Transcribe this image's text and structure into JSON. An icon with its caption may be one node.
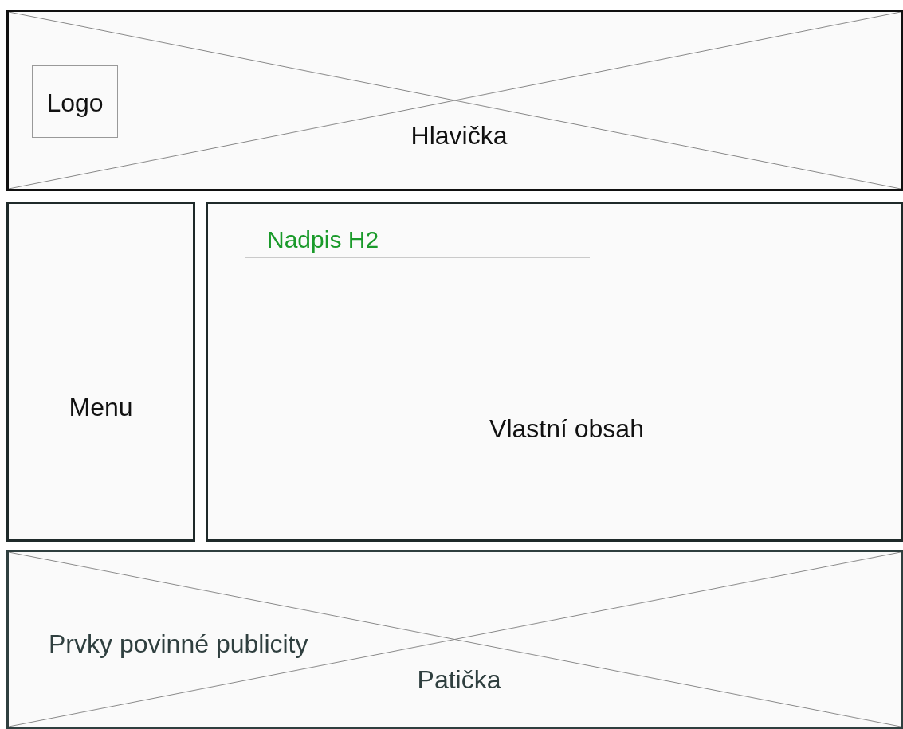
{
  "diagram": {
    "nodes": [
      {
        "text": [
          "Hlavička"
        ]
      },
      {
        "text": [
          "Logo"
        ],
        "in": 0
      },
      {
        "text": [
          "Menu"
        ]
      },
      {
        "text": [
          "Nadpis H2",
          "Vlastní obsah"
        ]
      },
      {
        "text": [
          "Prvky povinné publicity",
          "Patička"
        ]
      }
    ]
  }
}
